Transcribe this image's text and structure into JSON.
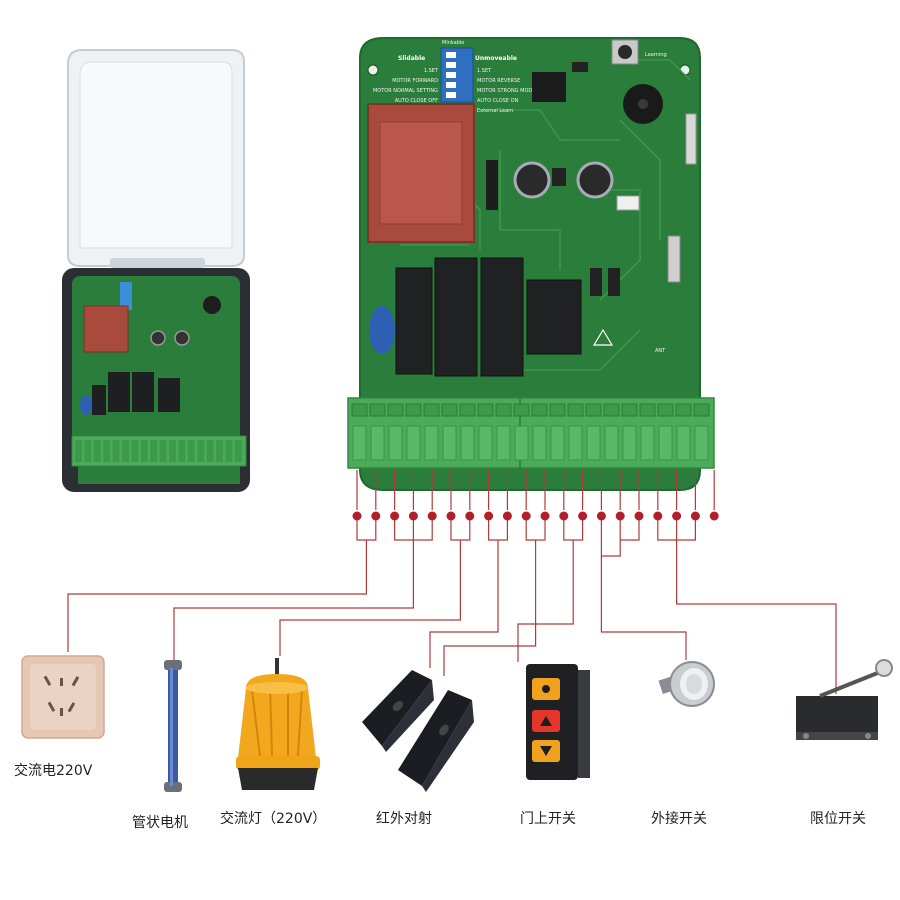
{
  "board": {
    "switch_left_title": "Slidable",
    "switch_mid_title": "Minkable",
    "switch_right_title": "Unmoveable",
    "dip_left": [
      "1.SET",
      "MOTOR FORWARD",
      "MOTOR NORMAL SETTING",
      "AUTO CLOSE OFF"
    ],
    "dip_right": [
      "1.SET",
      "MOTOR REVERSE",
      "MOTOR STRONG MODE",
      "AUTO CLOSE ON",
      "External Learn"
    ],
    "learning_label": "Learning",
    "ant_label": "ANT"
  },
  "devices": {
    "socket": "交流电220V",
    "motor": "管状电机",
    "lamp": "交流灯（220V）",
    "infrared": "红外对射",
    "door_switch": "门上开关",
    "ext_switch": "外接开关",
    "limit_switch": "限位开关"
  },
  "colors": {
    "pcb": "#2a7d3a",
    "terminal": "#4cab5a",
    "wire": "#b23a3a",
    "dot": "#b01f2a",
    "lamp": "#f2a81e",
    "transformer": "#a84a3c"
  }
}
